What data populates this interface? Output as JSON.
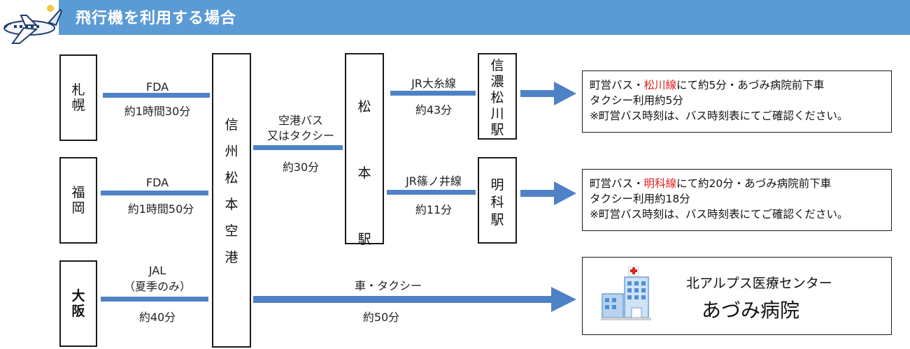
{
  "header": {
    "title": "飛行機を利用する場合",
    "bar_color": "#5b9bd5",
    "icon": "airplane-icon"
  },
  "origins": {
    "sapporo": "札幌",
    "fukuoka": "福岡",
    "osaka": "大阪"
  },
  "flights": {
    "sapporo": {
      "carrier": "FDA",
      "time": "約1時間30分"
    },
    "fukuoka": {
      "carrier": "FDA",
      "time": "約1時間50分"
    },
    "osaka": {
      "carrier": "JAL",
      "note": "（夏季のみ）",
      "time": "約40分"
    }
  },
  "airport": "信州松本空港",
  "airport_to_station": {
    "mode_line1": "空港バス",
    "mode_line2": "又はタクシー",
    "time": "約30分"
  },
  "station": "松本駅",
  "rail": {
    "oito": {
      "line": "JR大糸線",
      "time": "約43分"
    },
    "shinonoi": {
      "line": "JR篠ノ井線",
      "time": "約11分"
    }
  },
  "stations": {
    "shinano_matsukawa": "信濃松川駅",
    "akashina": "明科駅"
  },
  "bus_info_1": {
    "prefix": "町営バス・",
    "route": "松川線",
    "suffix": "にて約5分・あづみ病院前下車",
    "taxi": "タクシー利用約5分",
    "note": "※町営バス時刻は、バス時刻表にてご確認ください。"
  },
  "bus_info_2": {
    "prefix": "町営バス・",
    "route": "明科線",
    "suffix": "にて約20分・あづみ病院前下車",
    "taxi": "タクシー利用約18分",
    "note": "※町営バス時刻は、バス時刻表にてご確認ください。"
  },
  "airport_to_hospital": {
    "mode": "車・タクシー",
    "time": "約50分"
  },
  "destination": {
    "center_name": "北アルプス医療センター",
    "hospital_name": "あづみ病院",
    "icon": "hospital-icon"
  },
  "colors": {
    "connector": "#4f81c7",
    "route_highlight": "#e02020"
  }
}
